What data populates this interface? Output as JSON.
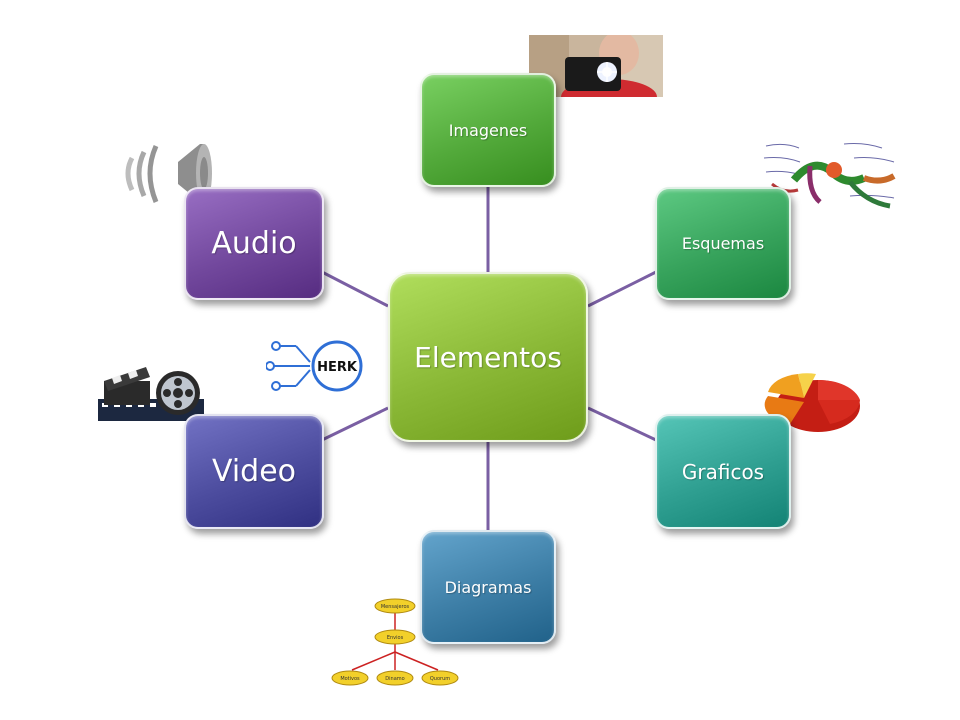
{
  "diagram": {
    "center": {
      "label": "Elementos",
      "color": "#8ab836"
    },
    "nodes": [
      {
        "id": "imagenes",
        "label": "Imagenes",
        "color": "#53aa3b"
      },
      {
        "id": "esquemas",
        "label": "Esquemas",
        "color": "#37a35c"
      },
      {
        "id": "graficos",
        "label": "Graficos",
        "color": "#2f9f91"
      },
      {
        "id": "diagramas",
        "label": "Diagramas",
        "color": "#3d7ea6"
      },
      {
        "id": "video",
        "label": "Video",
        "color": "#4c4c9e"
      },
      {
        "id": "audio",
        "label": "Audio",
        "color": "#72489d"
      }
    ],
    "connector_color": "#7a5fa3"
  },
  "clipart": {
    "herk_logo_text": "HERK",
    "flowchart_labels": [
      "Mensajeros",
      "Envios",
      "Motivos",
      "Dinamo",
      "Quorum"
    ]
  }
}
